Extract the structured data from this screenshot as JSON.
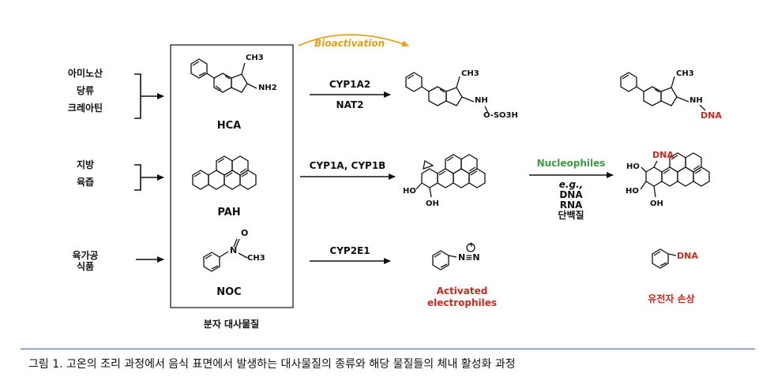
{
  "left_groups": {
    "group1": [
      "아미노산",
      "당류",
      "크레아틴"
    ],
    "group2": [
      "지방",
      "육즙"
    ],
    "group3": [
      "육가공",
      "식품"
    ]
  },
  "precursors": {
    "box_label": "분자 대사물질",
    "hca": {
      "name": "HCA",
      "methyl": "CH3",
      "amine": "NH2"
    },
    "pah": {
      "name": "PAH"
    },
    "noc": {
      "name": "NOC",
      "nitroso_o": "O",
      "n_atom": "N",
      "methyl": "CH3"
    }
  },
  "bioactivation_label": "Bioactivation",
  "enzymes": {
    "row1_top": "CYP1A2",
    "row1_bottom": "NAT2",
    "row2": "CYP1A, CYP1B",
    "row3": "CYP2E1"
  },
  "activated": {
    "hca_product": {
      "methyl": "CH3",
      "nh": "NH",
      "oso3h": "O-SO3H"
    },
    "pah_product": {
      "ho": "HO",
      "oh": "OH"
    },
    "diazonium": {
      "plus": "+",
      "group": "N≡N"
    },
    "label": "Activated\nelectrophiles"
  },
  "nucleophiles": {
    "title": "Nucleophiles",
    "eg": "e.g.,",
    "items": [
      "DNA",
      "RNA",
      "단백질"
    ]
  },
  "adducts": {
    "hca_adduct": {
      "methyl": "CH3",
      "nh": "NH",
      "dna": "DNA"
    },
    "pah_adduct": {
      "dna": "DNA",
      "ho1": "HO",
      "ho2": "HO",
      "oh": "OH"
    },
    "phenyl_dna": "DNA",
    "label": "유전자 손상"
  },
  "caption": "그림 1. 고온의 조리 과정에서 음식 표면에서 발생하는 대사물질의 종류와 해당 물질들의 체내 활성화 과정",
  "colors": {
    "accent_red": "#c62c22",
    "nucleophile_green": "#3d9a44",
    "bioactivation_orange": "#e0a21d",
    "rule_blue": "#3b5e8a"
  }
}
